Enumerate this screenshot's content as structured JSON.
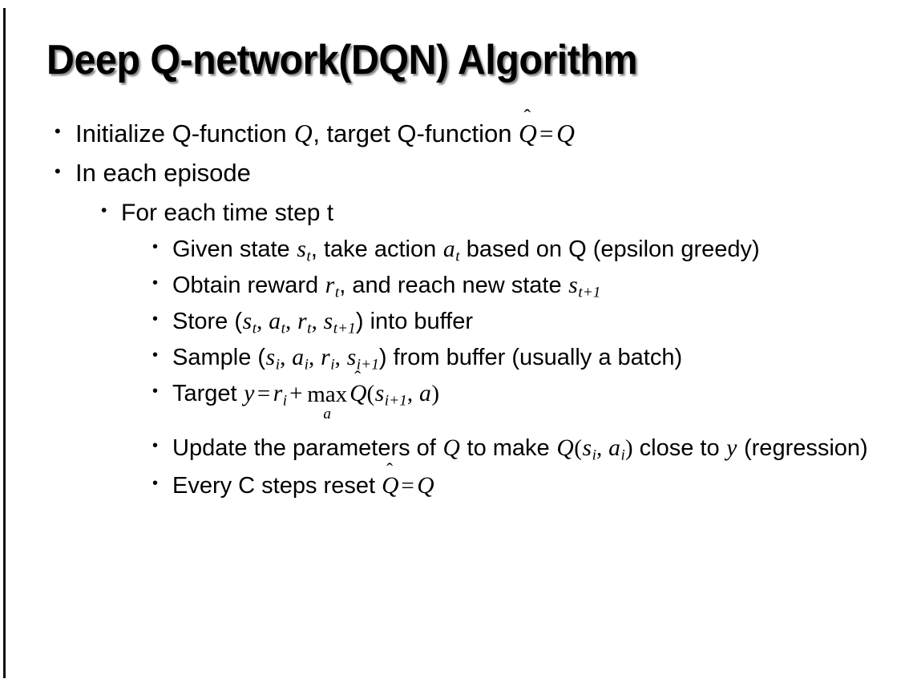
{
  "slide": {
    "title": "Deep Q-network(DQN) Algorithm",
    "background_color": "#ffffff",
    "text_color": "#000000",
    "left_rule_color": "#0d0d0d",
    "bullet_glyph": "•"
  },
  "bullets": {
    "b1": {
      "level": 1,
      "text_1": "Initialize Q-function ",
      "math_Q1": "Q",
      "text_2": ", target Q-function ",
      "math_Qhat": "Q",
      "hat_mark": "̂",
      "math_eq": "=",
      "math_Q2": "Q"
    },
    "b2": {
      "level": 1,
      "text_1": "In each episode"
    },
    "b3": {
      "level": 2,
      "text_1": "For each time step t"
    },
    "b4": {
      "level": 3,
      "text_1": "Given state ",
      "math_s": "s",
      "sub_s": "t",
      "text_2": ", take action ",
      "math_a": "a",
      "sub_a": "t",
      "text_3": " based on Q (epsilon greedy)"
    },
    "b5": {
      "level": 3,
      "text_1": "Obtain reward ",
      "math_r": "r",
      "sub_r": "t",
      "text_2": ", and reach new state ",
      "math_s": "s",
      "sub_s": "t+1"
    },
    "b6": {
      "level": 3,
      "text_1": "Store (",
      "math_s": "s",
      "sub_s": "t",
      "sep_1": ", ",
      "math_a": "a",
      "sub_a": "t",
      "sep_2": ", ",
      "math_r": "r",
      "sub_r": "t",
      "sep_3": ", ",
      "math_s2": "s",
      "sub_s2": "t+1",
      "text_2": ") into buffer"
    },
    "b7": {
      "level": 3,
      "text_1": "Sample (",
      "math_s": "s",
      "sub_s": "i",
      "sep_1": ", ",
      "math_a": "a",
      "sub_a": "i",
      "sep_2": ", ",
      "math_r": "r",
      "sub_r": "i",
      "sep_3": ", ",
      "math_s2": "s",
      "sub_s2": "i+1",
      "text_2": ") from buffer (usually a batch)"
    },
    "b8": {
      "level": 3,
      "text_1": "Target ",
      "math_y": "y",
      "math_eq": "=",
      "math_r": "r",
      "sub_r": "i",
      "math_plus": "+",
      "op_max": "max",
      "op_under": "a",
      "math_Qhat": "Q",
      "hat_mark": "̂",
      "paren_open": "(",
      "math_s": "s",
      "sub_s": "i+1",
      "sep_1": ", ",
      "math_a": "a",
      "paren_close": ")"
    },
    "b9": {
      "level": 3,
      "text_1": "Update the parameters of ",
      "math_Q1": "Q",
      "text_2": " to make ",
      "math_Q2": "Q",
      "paren_open": "(",
      "math_s": "s",
      "sub_s": "i",
      "sep_1": ", ",
      "math_a": "a",
      "sub_a": "i",
      "paren_close": ")",
      "text_3": " close to ",
      "math_y": "y",
      "text_4": " (regression)"
    },
    "b10": {
      "level": 3,
      "text_1": "Every C steps reset ",
      "math_Qhat": "Q",
      "hat_mark": "̂",
      "math_eq": "=",
      "math_Q": "Q"
    }
  }
}
